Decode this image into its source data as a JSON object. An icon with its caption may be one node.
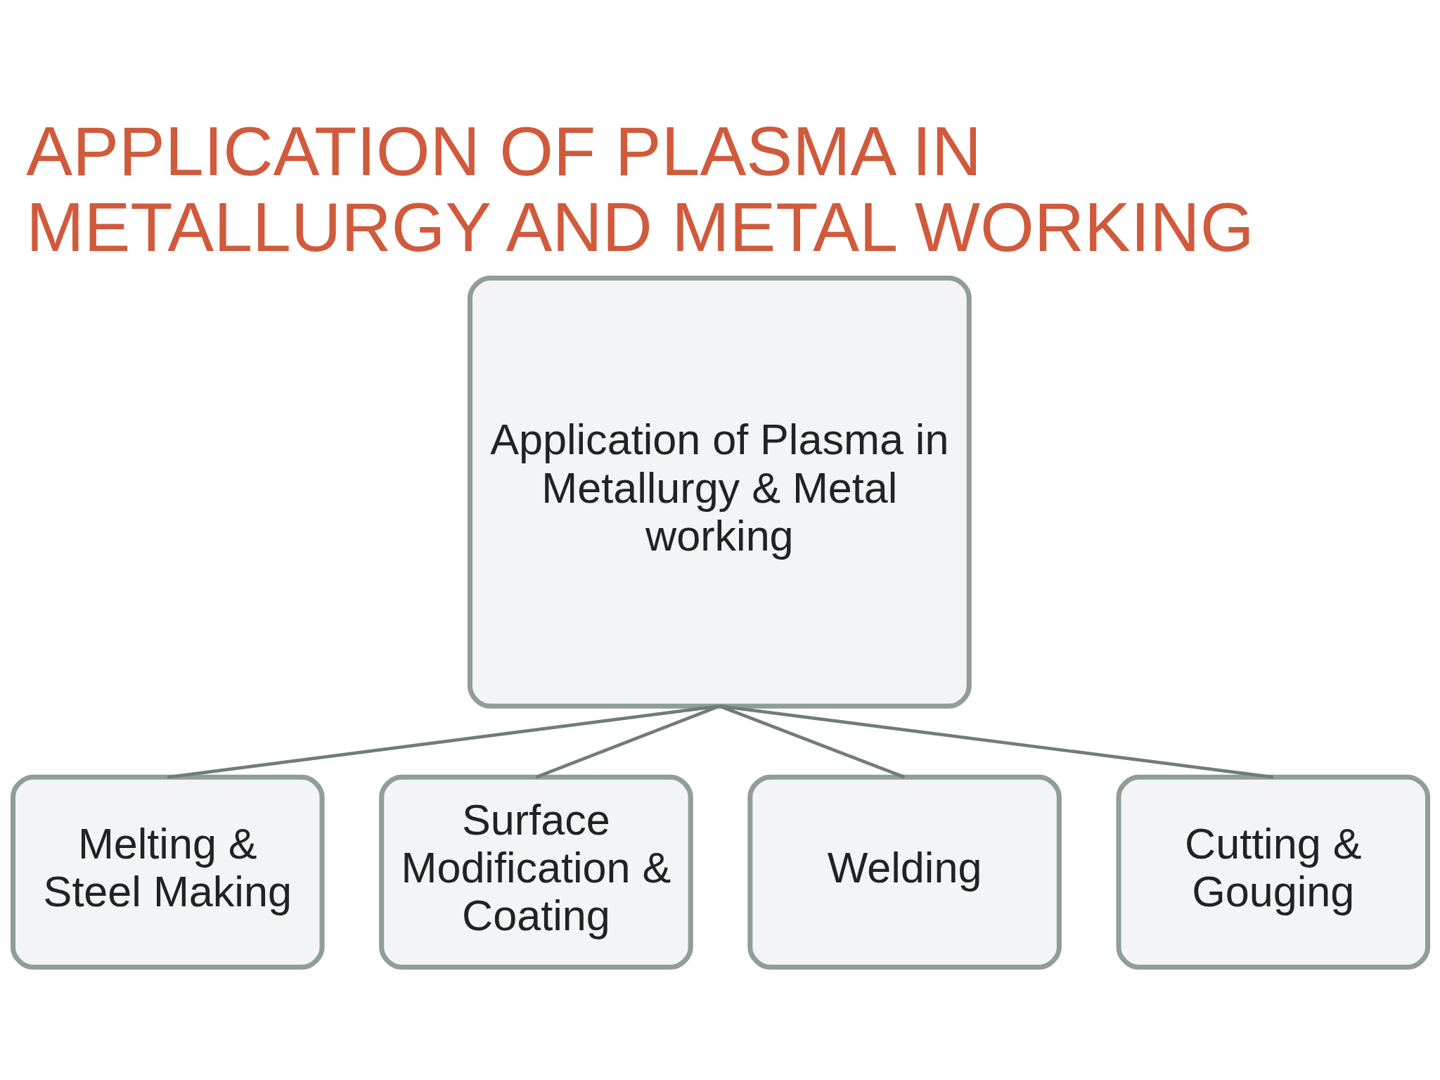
{
  "diagram": {
    "title": "APPLICATION OF PLASMA IN METALLURGY AND METAL WORKING",
    "nodes": [
      {
        "text": [
          "Application of Plasma in Metallurgy & Metal working"
        ]
      },
      {
        "text": [
          "Melting & Steel Making"
        ]
      },
      {
        "text": [
          "Surface Modification & Coating"
        ]
      },
      {
        "text": [
          "Welding"
        ]
      },
      {
        "text": [
          "Cutting & Gouging"
        ]
      }
    ],
    "edges": [
      {
        "from": 0,
        "to": 1,
        "arrow": "none"
      },
      {
        "from": 0,
        "to": 2,
        "arrow": "none"
      },
      {
        "from": 0,
        "to": 3,
        "arrow": "none"
      },
      {
        "from": 0,
        "to": 4,
        "arrow": "none"
      }
    ]
  }
}
